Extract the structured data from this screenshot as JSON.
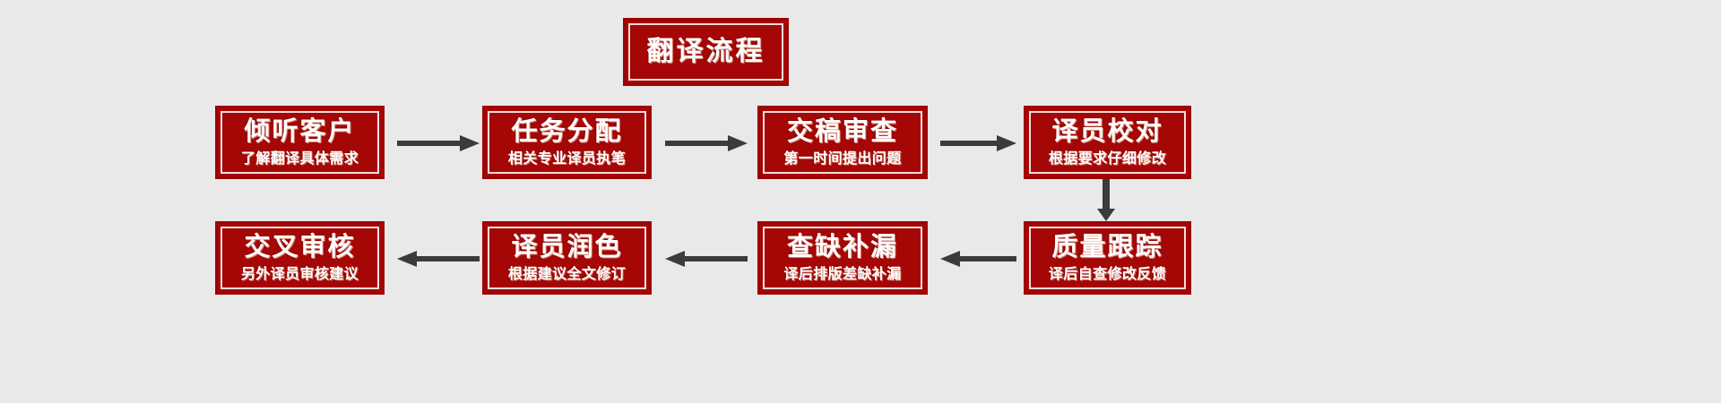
{
  "background_color": "#e9e9e9",
  "box_fill_color": "#a50606",
  "box_border_color": "#9e0303",
  "box_inner_line_color": "#f2dede",
  "text_color": "#ffffff",
  "arrow_color": "#3b3b3b",
  "header": {
    "title": "翻译流程"
  },
  "flow": {
    "row1": [
      {
        "title": "倾听客户",
        "subtitle": "了解翻译具体需求"
      },
      {
        "title": "任务分配",
        "subtitle": "相关专业译员执笔"
      },
      {
        "title": "交稿审查",
        "subtitle": "第一时间提出问题"
      },
      {
        "title": "译员校对",
        "subtitle": "根据要求仔细修改"
      }
    ],
    "row2": [
      {
        "title": "交叉审核",
        "subtitle": "另外译员审核建议"
      },
      {
        "title": "译员润色",
        "subtitle": "根据建议全文修订"
      },
      {
        "title": "查缺补漏",
        "subtitle": "译后排版差缺补漏"
      },
      {
        "title": "质量跟踪",
        "subtitle": "译后自查修改反馈"
      }
    ]
  },
  "connectors": [
    {
      "name": "arrow-right-1",
      "direction": "right"
    },
    {
      "name": "arrow-right-2",
      "direction": "right"
    },
    {
      "name": "arrow-right-3",
      "direction": "right"
    },
    {
      "name": "arrow-down-1",
      "direction": "down"
    },
    {
      "name": "arrow-left-1",
      "direction": "left"
    },
    {
      "name": "arrow-left-2",
      "direction": "left"
    },
    {
      "name": "arrow-left-3",
      "direction": "left"
    }
  ]
}
